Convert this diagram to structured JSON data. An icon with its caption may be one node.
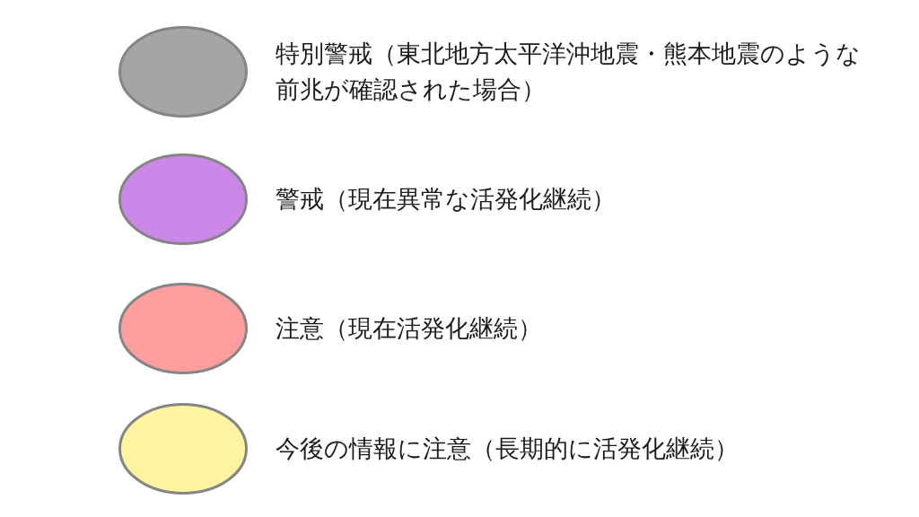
{
  "diagram": {
    "legend": [
      {
        "text": "特別警戒（東北地方太平洋沖地震・熊本地震のような前兆が確認された場合）",
        "color": "#a6a4a4"
      },
      {
        "text": "警戒（現在異常な活発化継続）",
        "color": "#cc88e8"
      },
      {
        "text": "注意（現在活発化継続）",
        "color": "#fe9e9e"
      },
      {
        "text": "今後の情報に注意（長期的に活発化継続）",
        "color": "#fdf3a0"
      }
    ]
  }
}
